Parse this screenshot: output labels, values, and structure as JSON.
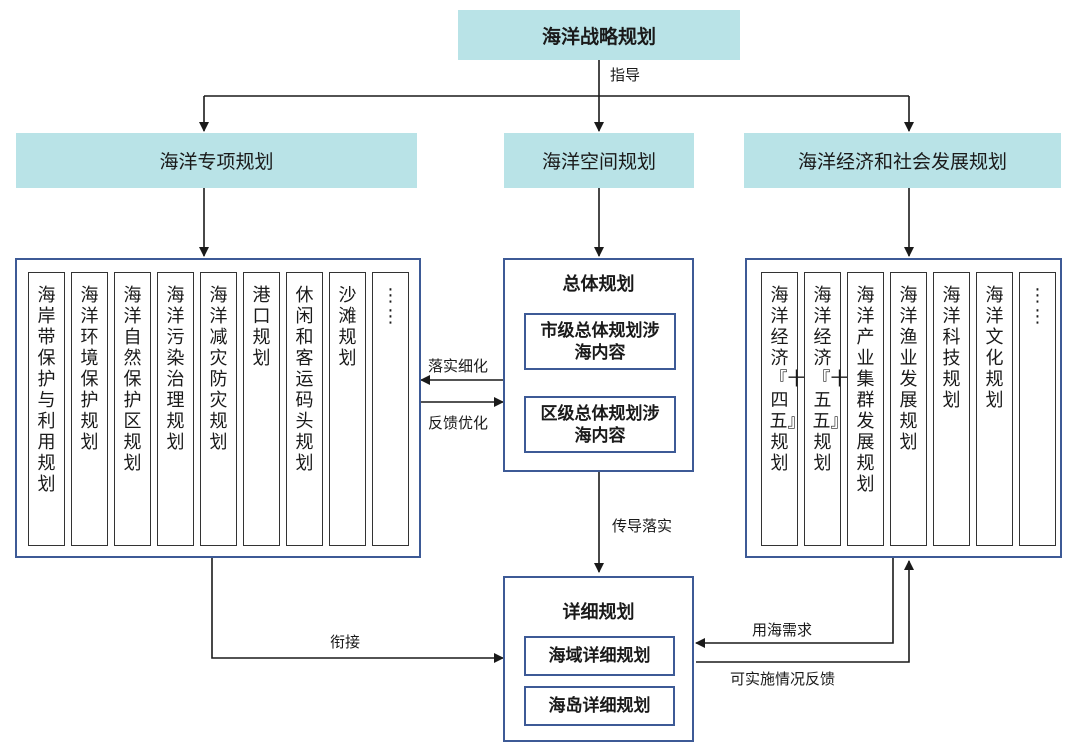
{
  "top": {
    "title": "海洋战略规划",
    "guide_label": "指导"
  },
  "heads": {
    "special": "海洋专项规划",
    "spatial": "海洋空间规划",
    "economic": "海洋经济和社会发展规划"
  },
  "special_items": [
    "海岸带保护与利用规划",
    "海洋环境保护规划",
    "海洋自然保护区规划",
    "海洋污染治理规划",
    "海洋减灾防灾规划",
    "港口规划",
    "休闲和客运码头规划",
    "沙滩规划",
    "⋮⋮"
  ],
  "overall": {
    "title": "总体规划",
    "city": "市级总体规划涉海内容",
    "district": "区级总体规划涉海内容"
  },
  "detail": {
    "title": "详细规划",
    "sea": "海域详细规划",
    "island": "海岛详细规划"
  },
  "economic_items": [
    "海洋经济『十四五』规划",
    "海洋经济『十五五』规划",
    "海洋产业集群发展规划",
    "海洋渔业发展规划",
    "海洋科技规划",
    "海洋文化规划",
    "⋮⋮"
  ],
  "labels": {
    "implement_refine": "落实细化",
    "feedback_optimize": "反馈优化",
    "transmit_implement": "传导落实",
    "connect": "衔接",
    "sea_demand": "用海需求",
    "feasibility_feedback": "可实施情况反馈"
  }
}
